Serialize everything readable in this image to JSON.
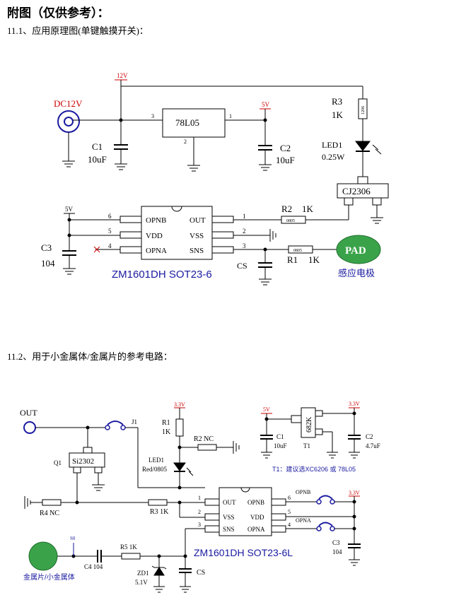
{
  "page": {
    "title": "附图（仅供参考）：",
    "section1_heading": "11.1、应用原理图(单键触摸开关)：",
    "section2_heading": "11.2、用于小金属体/金属片的参考电路："
  },
  "circuit1": {
    "rail_12v": "12V",
    "dc_label": "DC12V",
    "regulator": "78L05",
    "reg_pin_in": "3",
    "reg_pin_out": "1",
    "reg_pin_gnd": "2",
    "rail_5v": "5V",
    "c1_name": "C1",
    "c1_value": "10uF",
    "c2_name": "C2",
    "c2_value": "10uF",
    "r3_name": "R3",
    "r3_value": "1K",
    "r3_body": "1206",
    "led_name": "LED1",
    "led_value": "0.25W",
    "transistor": "CJ2306",
    "ic_5v": "5V",
    "pin_opnb": "OPNB",
    "pin_vdd": "VDD",
    "pin_opna": "OPNA",
    "pin_out": "OUT",
    "pin_vss": "VSS",
    "pin_sns": "SNS",
    "pin6": "6",
    "pin5": "5",
    "pin4": "4",
    "pin1": "1",
    "pin2": "2",
    "pin3": "3",
    "c3_name": "C3",
    "c3_value": "104",
    "ic_label": "ZM1601DH SOT23-6",
    "r2_name": "R2",
    "r2_value": "1K",
    "r2_body": "0805",
    "r1_name": "R1",
    "r1_value": "1K",
    "r1_body": "0805",
    "cs_label": "CS",
    "pad_label": "PAD",
    "pad_caption": "感应电极",
    "colors": {
      "power": "#cc0000",
      "pad": "#3aa34a",
      "text_blue": "#1a1aa0"
    }
  },
  "circuit2": {
    "out_label": "OUT",
    "j1_label": "J1",
    "q1_label": "Q1",
    "q1_part": "Si2302",
    "r1_name": "R1",
    "r1_value": "1K",
    "rail_33a": "3.3V",
    "r2_label": "R2  NC",
    "led_name": "LED1",
    "led_value": "Red/0805",
    "r4_label": "R4   NC",
    "r3_label": "R3  1K",
    "ic_pin_out": "OUT",
    "ic_pin_vss": "VSS",
    "ic_pin_sns": "SNS",
    "ic_pin_opnb": "OPNB",
    "ic_pin_vdd": "VDD",
    "ic_pin_opna": "OPNA",
    "pin1": "1",
    "pin2": "2",
    "pin3": "3",
    "pin6": "6",
    "pin5": "5",
    "pin4": "4",
    "opnb_label": "OPNB",
    "opna_label": "OPNA",
    "rail_33b": "3.3V",
    "c3_name": "C3",
    "c3_value": "104",
    "ic_label": "ZM1601DH SOT23-6L",
    "rail_5v": "5V",
    "t1_part": "682K",
    "t1_name": "T1",
    "c1_name": "C1",
    "c1_value": "10uF",
    "rail_33c": "3.3V",
    "c2_name": "C2",
    "c2_value": "4.7uF",
    "t1_note": "T1：建议选XC6206 或 78L05",
    "s0_label": "S0",
    "r5_label": "R5  1K",
    "c4_label": "C4    104",
    "zd_name": "ZD1",
    "zd_value": "5.1V",
    "cs_label": "CS",
    "metal_caption": "金属片/小金属体",
    "colors": {
      "power": "#cc0000",
      "metal": "#3aa34a",
      "text_blue": "#1a1aa0"
    }
  }
}
